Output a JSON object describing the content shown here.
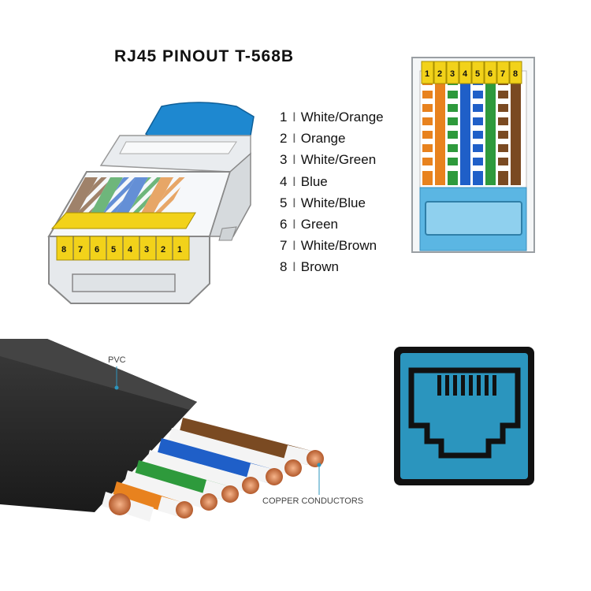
{
  "title": "RJ45 PINOUT  T-568B",
  "pinout": [
    {
      "pin": "1",
      "label": "White/Orange"
    },
    {
      "pin": "2",
      "label": "Orange"
    },
    {
      "pin": "3",
      "label": "White/Green"
    },
    {
      "pin": "4",
      "label": "Blue"
    },
    {
      "pin": "5",
      "label": "White/Blue"
    },
    {
      "pin": "6",
      "label": "Green"
    },
    {
      "pin": "7",
      "label": "White/Brown"
    },
    {
      "pin": "8",
      "label": "Brown"
    }
  ],
  "separator": "I",
  "front_pins": [
    "1",
    "2",
    "3",
    "4",
    "5",
    "6",
    "7",
    "8"
  ],
  "side_pins": [
    "8",
    "7",
    "6",
    "5",
    "4",
    "3",
    "2",
    "1"
  ],
  "callouts": {
    "pvc": "PVC",
    "copper": "COPPER CONDUCTORS"
  },
  "colors": {
    "orange": "#e8821e",
    "green": "#2e9a3c",
    "blue": "#1f5fc8",
    "brown": "#7a4a22",
    "pin_yellow": "#f2d21a",
    "connector_blue": "#5bb6e3",
    "jack_blue": "#2b95be",
    "cable_black": "#2a2a2a"
  }
}
